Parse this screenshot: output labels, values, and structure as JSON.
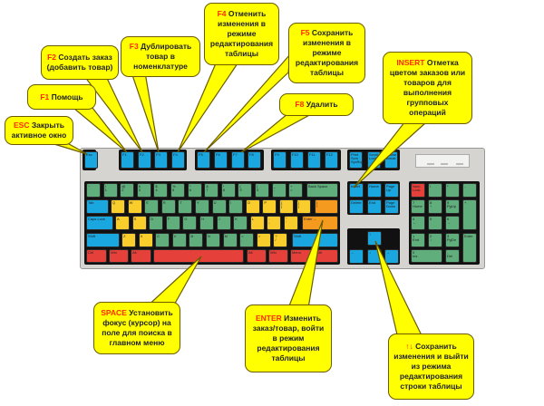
{
  "callouts": [
    {
      "id": "esc",
      "key": "ESC",
      "text": "Закрыть активное окно"
    },
    {
      "id": "f1",
      "key": "F1",
      "text": "Помощь"
    },
    {
      "id": "f2",
      "key": "F2",
      "text": "Создать заказ (добавить товар)"
    },
    {
      "id": "f3",
      "key": "F3",
      "text": "Дублировать товар в номенклатуре"
    },
    {
      "id": "f4",
      "key": "F4",
      "text": "Отменить изменения в режиме редактирования таблицы"
    },
    {
      "id": "f5",
      "key": "F5",
      "text": "Сохранить изменения в режиме редактирования таблицы"
    },
    {
      "id": "f8",
      "key": "F8",
      "text": "Удалить"
    },
    {
      "id": "insert",
      "key": "INSERT",
      "text": "Отметка цветом заказов или товаров для выполнения групповых операций"
    },
    {
      "id": "space",
      "key": "SPACE",
      "text": "Установить фокус (курсор) на поле для поиска в главном меню"
    },
    {
      "id": "enter",
      "key": "ENTER",
      "text": "Изменить заказ/товар, войти в режим редактирования таблицы"
    },
    {
      "id": "arrows",
      "key": "↑↓",
      "text": "Сохранить изменения и выйти из режима редактирования строки таблицы"
    }
  ],
  "keyboard": {
    "function_keys": [
      "Esc",
      "F1",
      "F2",
      "F3",
      "F4",
      "F5",
      "F6",
      "F7",
      "F8",
      "F9",
      "F10",
      "F11",
      "F12",
      "Print Scrn SysRq",
      "Scroll Lock",
      "Pause Break"
    ],
    "row1": [
      "~\n`",
      "!\n1",
      "@\n2",
      "#\n3",
      "$\n4",
      "%\n5",
      "^\n6",
      "&\n7",
      "*\n8",
      "(\n9",
      ")\n0",
      "_\n-",
      "+\n=",
      "Back Space"
    ],
    "row2": [
      "Tab",
      "Q",
      "W",
      "E",
      "R",
      "T",
      "Y",
      "U",
      "I",
      "O",
      "P",
      "{\n[",
      "}\n]",
      "|\n\\"
    ],
    "row3": [
      "Caps Lock",
      "A",
      "S",
      "D",
      "F",
      "G",
      "H",
      "J",
      "K",
      "L",
      ":\n;",
      "\"\n'",
      "Enter ←"
    ],
    "row4": [
      "Shift",
      "Z",
      "X",
      "C",
      "V",
      "B",
      "N",
      "M",
      "<\n,",
      ">\n.",
      "?\n/",
      "Shift"
    ],
    "row5": [
      "Ctrl",
      "Win",
      "Alt",
      "",
      "Alt",
      "Win",
      "Menu",
      "Ctrl"
    ],
    "nav": [
      "Insert",
      "Home",
      "Page Up",
      "Delete",
      "End",
      "Page Down"
    ],
    "arrows": [
      "↑",
      "←",
      "↓",
      "→"
    ],
    "numpad": [
      "Num Lock",
      "/",
      "*",
      "-",
      "7\nHome",
      "8\n↑",
      "9\nPgUp",
      "+",
      "4\n←",
      "5",
      "6\n→",
      "1\nEnd",
      "2\n↓",
      "3\nPgDn",
      "Enter",
      "0\nIns",
      ".\nDel"
    ]
  },
  "colors": {
    "callout": "#ffff00",
    "key_accent": "#ff2a00",
    "blue": "#1aa6de",
    "green": "#5fae7c",
    "yellow": "#f9cd2c",
    "orange": "#f49a1e",
    "red": "#e6403a"
  }
}
